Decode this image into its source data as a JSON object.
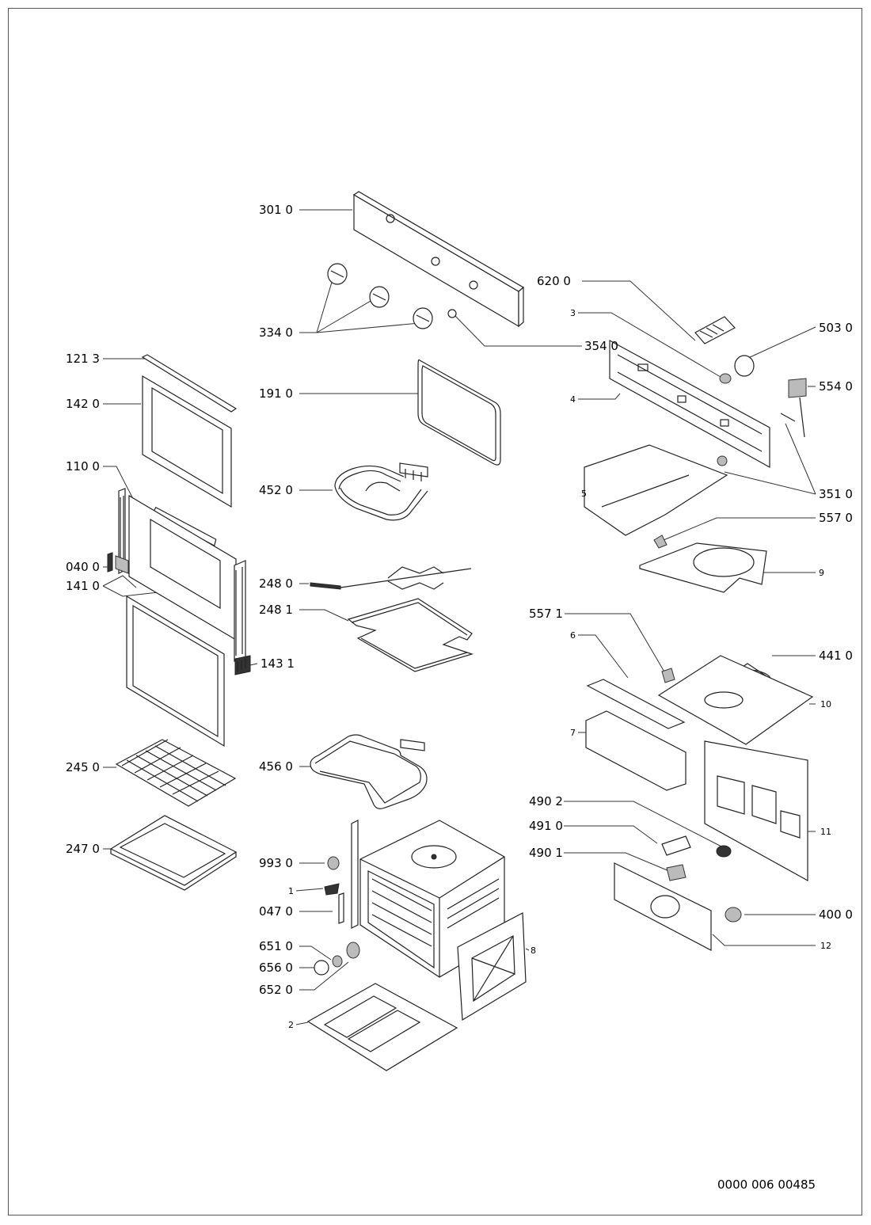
{
  "diagram": {
    "callouts": [
      {
        "id": "c3010",
        "text": "301 0"
      },
      {
        "id": "c3340",
        "text": "334 0"
      },
      {
        "id": "c3540",
        "text": "354 0"
      },
      {
        "id": "c6200",
        "text": "620 0"
      },
      {
        "id": "c3",
        "text": "3"
      },
      {
        "id": "c5030",
        "text": "503 0"
      },
      {
        "id": "c1213",
        "text": "121 3"
      },
      {
        "id": "c1420",
        "text": "142 0"
      },
      {
        "id": "c1910",
        "text": "191 0"
      },
      {
        "id": "c4",
        "text": "4"
      },
      {
        "id": "c5540",
        "text": "554 0"
      },
      {
        "id": "c1100",
        "text": "110 0"
      },
      {
        "id": "c4520",
        "text": "452 0"
      },
      {
        "id": "c5",
        "text": "5"
      },
      {
        "id": "c3510",
        "text": "351 0"
      },
      {
        "id": "c5570",
        "text": "557 0"
      },
      {
        "id": "c0400",
        "text": "040 0"
      },
      {
        "id": "c9",
        "text": "9"
      },
      {
        "id": "c1410",
        "text": "141 0"
      },
      {
        "id": "c2480",
        "text": "248 0"
      },
      {
        "id": "c5571",
        "text": "557 1"
      },
      {
        "id": "c2481",
        "text": "248 1"
      },
      {
        "id": "c6",
        "text": "6"
      },
      {
        "id": "c4410",
        "text": "441 0"
      },
      {
        "id": "c1431",
        "text": "143 1"
      },
      {
        "id": "c10",
        "text": "10"
      },
      {
        "id": "c7",
        "text": "7"
      },
      {
        "id": "c2450",
        "text": "245 0"
      },
      {
        "id": "c4560",
        "text": "456 0"
      },
      {
        "id": "c4902",
        "text": "490 2"
      },
      {
        "id": "c4910",
        "text": "491 0"
      },
      {
        "id": "c11",
        "text": "11"
      },
      {
        "id": "c2470",
        "text": "247 0"
      },
      {
        "id": "c4901",
        "text": "490 1"
      },
      {
        "id": "c9930",
        "text": "993 0"
      },
      {
        "id": "c1",
        "text": "1"
      },
      {
        "id": "c0470",
        "text": "047 0"
      },
      {
        "id": "c4000",
        "text": "400 0"
      },
      {
        "id": "c8",
        "text": "8"
      },
      {
        "id": "c12",
        "text": "12"
      },
      {
        "id": "c6510",
        "text": "651 0"
      },
      {
        "id": "c6560",
        "text": "656 0"
      },
      {
        "id": "c6520",
        "text": "652 0"
      },
      {
        "id": "c2",
        "text": "2"
      }
    ],
    "document_number": "0000 006 00485"
  }
}
